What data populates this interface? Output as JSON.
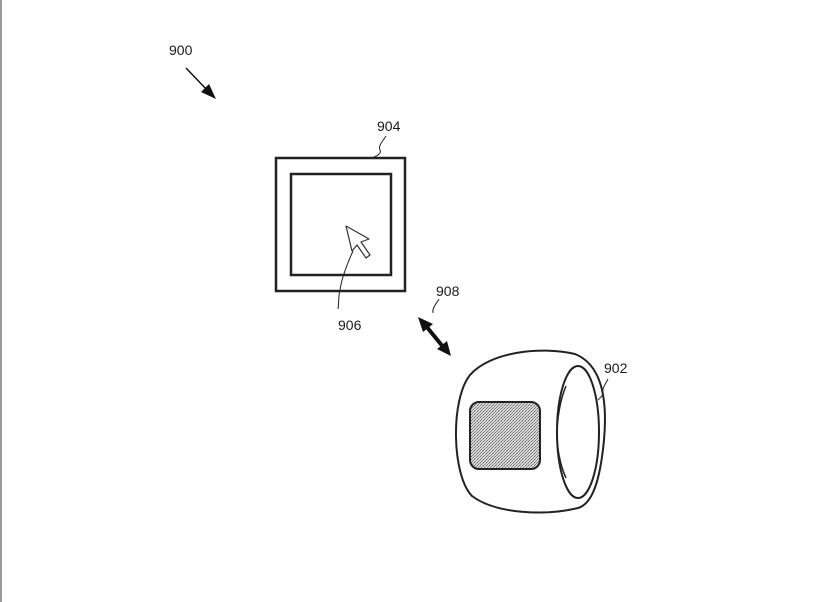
{
  "figure": {
    "labels": {
      "figure_number": "900",
      "ring_device": "902",
      "display_device": "904",
      "cursor": "906",
      "interaction": "908"
    }
  }
}
